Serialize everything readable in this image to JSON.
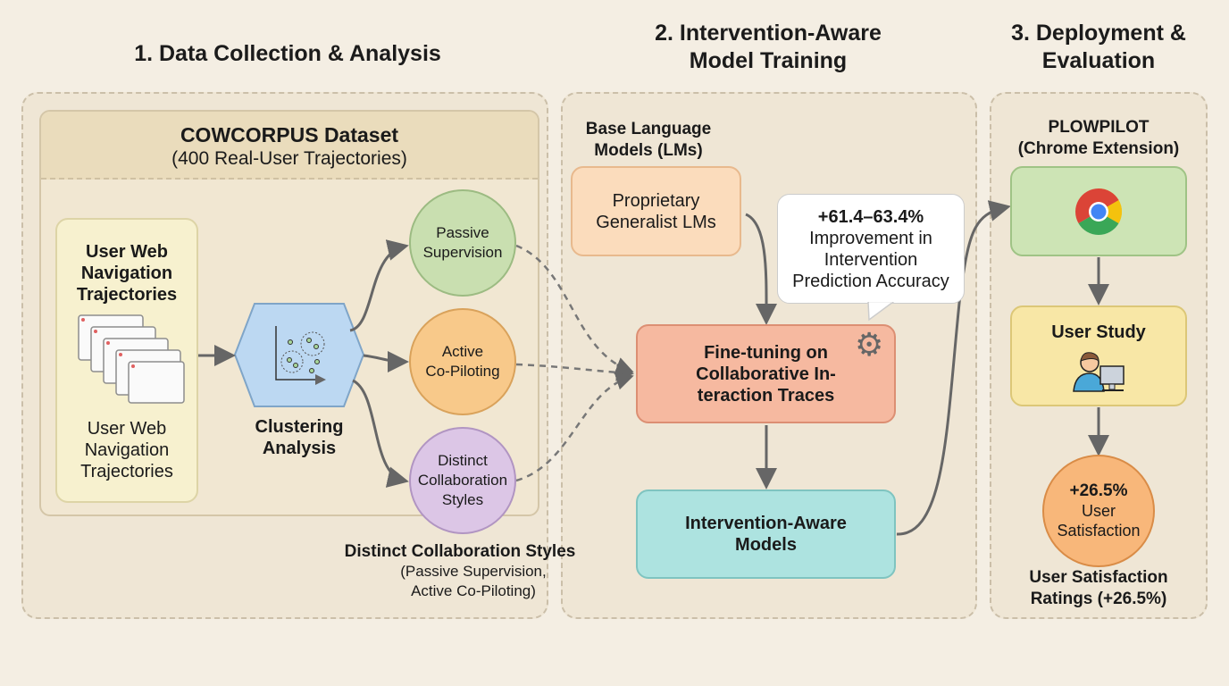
{
  "stages": [
    {
      "title": "1. Data Collection & Analysis"
    },
    {
      "title_line1": "2. Intervention-Aware",
      "title_line2": "Model Training"
    },
    {
      "title_line1": "3. Deployment &",
      "title_line2": "Evaluation"
    }
  ],
  "dataset": {
    "title": "COWCORPUS Dataset",
    "subtitle": "(400 Real-User Trajectories)"
  },
  "trajectories": {
    "title_lines": [
      "User Web",
      "Navigation",
      "Trajectories"
    ],
    "caption_lines": [
      "User Web",
      "Navigation",
      "Trajectories"
    ]
  },
  "clustering": {
    "label_lines": [
      "Clustering",
      "Analysis"
    ]
  },
  "styles": [
    {
      "lines": [
        "Passive",
        "Supervision"
      ],
      "color": "#c9dfb0"
    },
    {
      "lines": [
        "Active",
        "Co-Piloting"
      ],
      "color": "#f8c98a"
    },
    {
      "lines": [
        "Distinct",
        "Collaboration",
        "Styles"
      ],
      "color": "#dcc6e6"
    }
  ],
  "styles_caption": {
    "title": "Distinct Collaboration Styles",
    "line1": "(Passive Supervision,",
    "line2": "Active Co-Piloting)"
  },
  "training": {
    "base_lm_lines": [
      "Base Language",
      "Models (LMs)"
    ],
    "proprietary_lines": [
      "Proprietary",
      "Generalist LMs"
    ],
    "callout": {
      "value": "+61.4–63.4%",
      "lines": [
        "Improvement in",
        "Intervention",
        "Prediction Accuracy"
      ]
    },
    "finetune_lines": [
      "Fine-tuning on",
      "Collaborative In-",
      "teraction Traces"
    ],
    "models_lines": [
      "Intervention-Aware",
      "Models"
    ]
  },
  "deployment": {
    "product_lines": [
      "PLOWPILOT",
      "(Chrome Extension)"
    ],
    "user_study": "User Study",
    "satisfaction": {
      "value": "+26.5%",
      "lines": [
        "User",
        "Satisfaction"
      ]
    },
    "ratings_lines": [
      "User Satisfaction",
      "Ratings (+26.5%)"
    ]
  }
}
